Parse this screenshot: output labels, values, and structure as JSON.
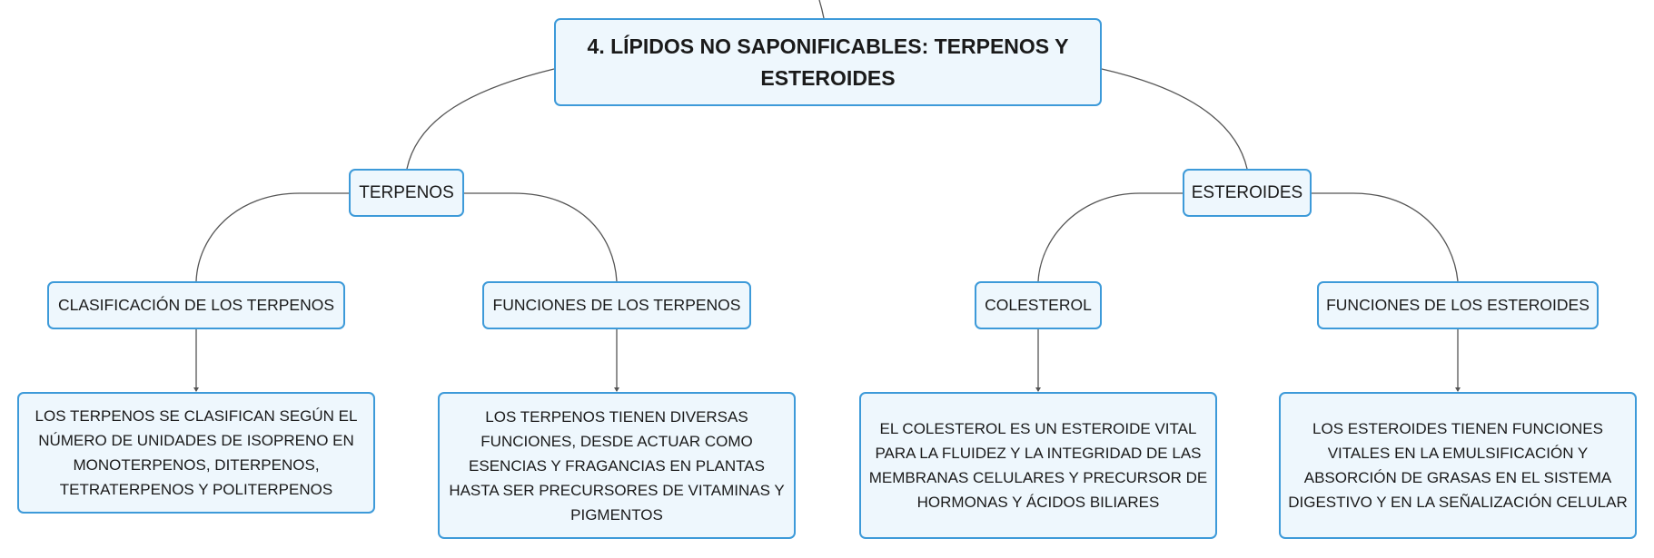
{
  "colors": {
    "border": "#3d9ad9",
    "fill": "#eef7fd",
    "connector": "#555555",
    "text": "#1a1a1a"
  },
  "root": {
    "label": "4. LÍPIDOS NO SAPONIFICABLES: TERPENOS Y ESTEROIDES"
  },
  "branches": {
    "terpenos": {
      "label": "TERPENOS"
    },
    "esteroides": {
      "label": "ESTEROIDES"
    }
  },
  "topics": {
    "clasificacion_terpenos": {
      "label": "CLASIFICACIÓN DE LOS TERPENOS"
    },
    "funciones_terpenos": {
      "label": "FUNCIONES DE LOS TERPENOS"
    },
    "colesterol": {
      "label": "COLESTEROL"
    },
    "funciones_esteroides": {
      "label": "FUNCIONES DE LOS ESTEROIDES"
    }
  },
  "details": {
    "clasificacion_terpenos": {
      "text": "LOS TERPENOS SE CLASIFICAN SEGÚN EL NÚMERO DE UNIDADES DE ISOPRENO EN MONOTERPENOS, DITERPENOS, TETRATERPENOS Y POLITERPENOS"
    },
    "funciones_terpenos": {
      "text": "LOS TERPENOS TIENEN DIVERSAS FUNCIONES, DESDE ACTUAR COMO ESENCIAS Y FRAGANCIAS EN PLANTAS HASTA SER PRECURSORES DE VITAMINAS Y PIGMENTOS"
    },
    "colesterol": {
      "text": "EL COLESTEROL ES UN ESTEROIDE VITAL PARA LA FLUIDEZ Y LA INTEGRIDAD DE LAS MEMBRANAS CELULARES Y PRECURSOR DE HORMONAS Y ÁCIDOS BILIARES"
    },
    "funciones_esteroides": {
      "text": "LOS ESTEROIDES TIENEN FUNCIONES VITALES EN LA EMULSIFICACIÓN Y ABSORCIÓN DE GRASAS EN EL SISTEMA DIGESTIVO Y EN LA SEÑALIZACIÓN CELULAR"
    }
  }
}
